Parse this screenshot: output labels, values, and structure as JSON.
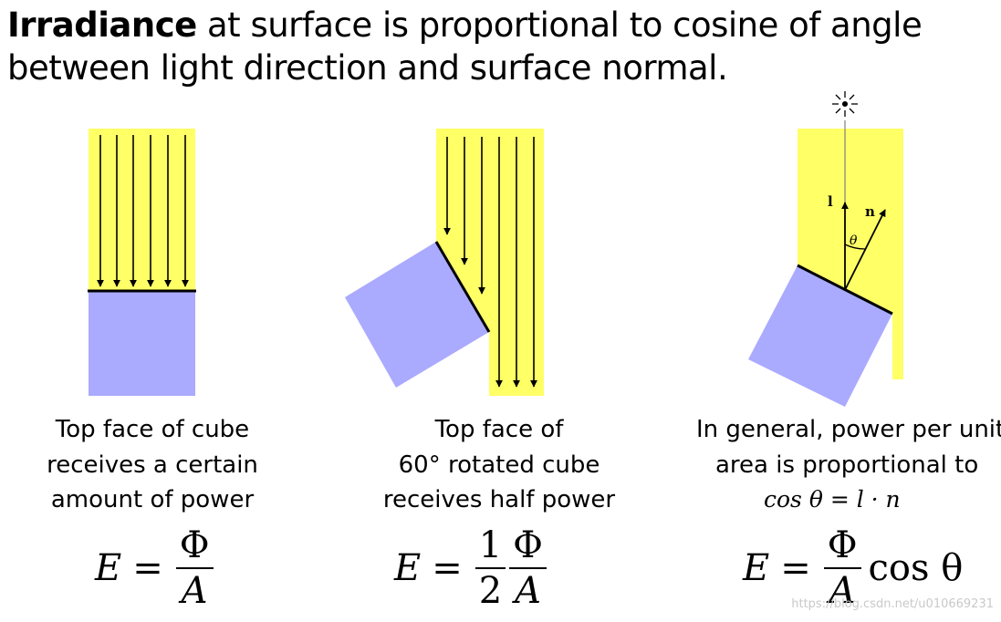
{
  "heading": {
    "bold": "Irradiance",
    "line1_rest": " at surface is proportional to cosine of angle",
    "line2": "between light direction and surface normal."
  },
  "panels": [
    {
      "caption": [
        "Top face of cube",
        "receives a certain",
        "amount of power"
      ],
      "formula": {
        "lhs": "E",
        "eq": "=",
        "coef_num": "",
        "coef_den": "",
        "num": "Φ",
        "den": "A",
        "suffix": ""
      }
    },
    {
      "caption": [
        "Top face of",
        "60° rotated cube",
        "receives half power"
      ],
      "formula": {
        "lhs": "E",
        "eq": "=",
        "coef_num": "1",
        "coef_den": "2",
        "num": "Φ",
        "den": "A",
        "suffix": ""
      }
    },
    {
      "caption": [
        "In general, power per unit",
        "area is proportional to"
      ],
      "caption_math": "cos θ = l · n",
      "formula": {
        "lhs": "E",
        "eq": "=",
        "coef_num": "",
        "coef_den": "",
        "num": "Φ",
        "den": "A",
        "suffix": "cos θ"
      },
      "diagram_labels": {
        "light": "l",
        "normal": "n",
        "angle": "θ"
      }
    }
  ],
  "colors": {
    "light": "#ffff66",
    "cube": "#aaaaff",
    "ink": "#000000",
    "watermark": "#c9c9c9"
  },
  "watermark": "https://blog.csdn.net/u010669231"
}
